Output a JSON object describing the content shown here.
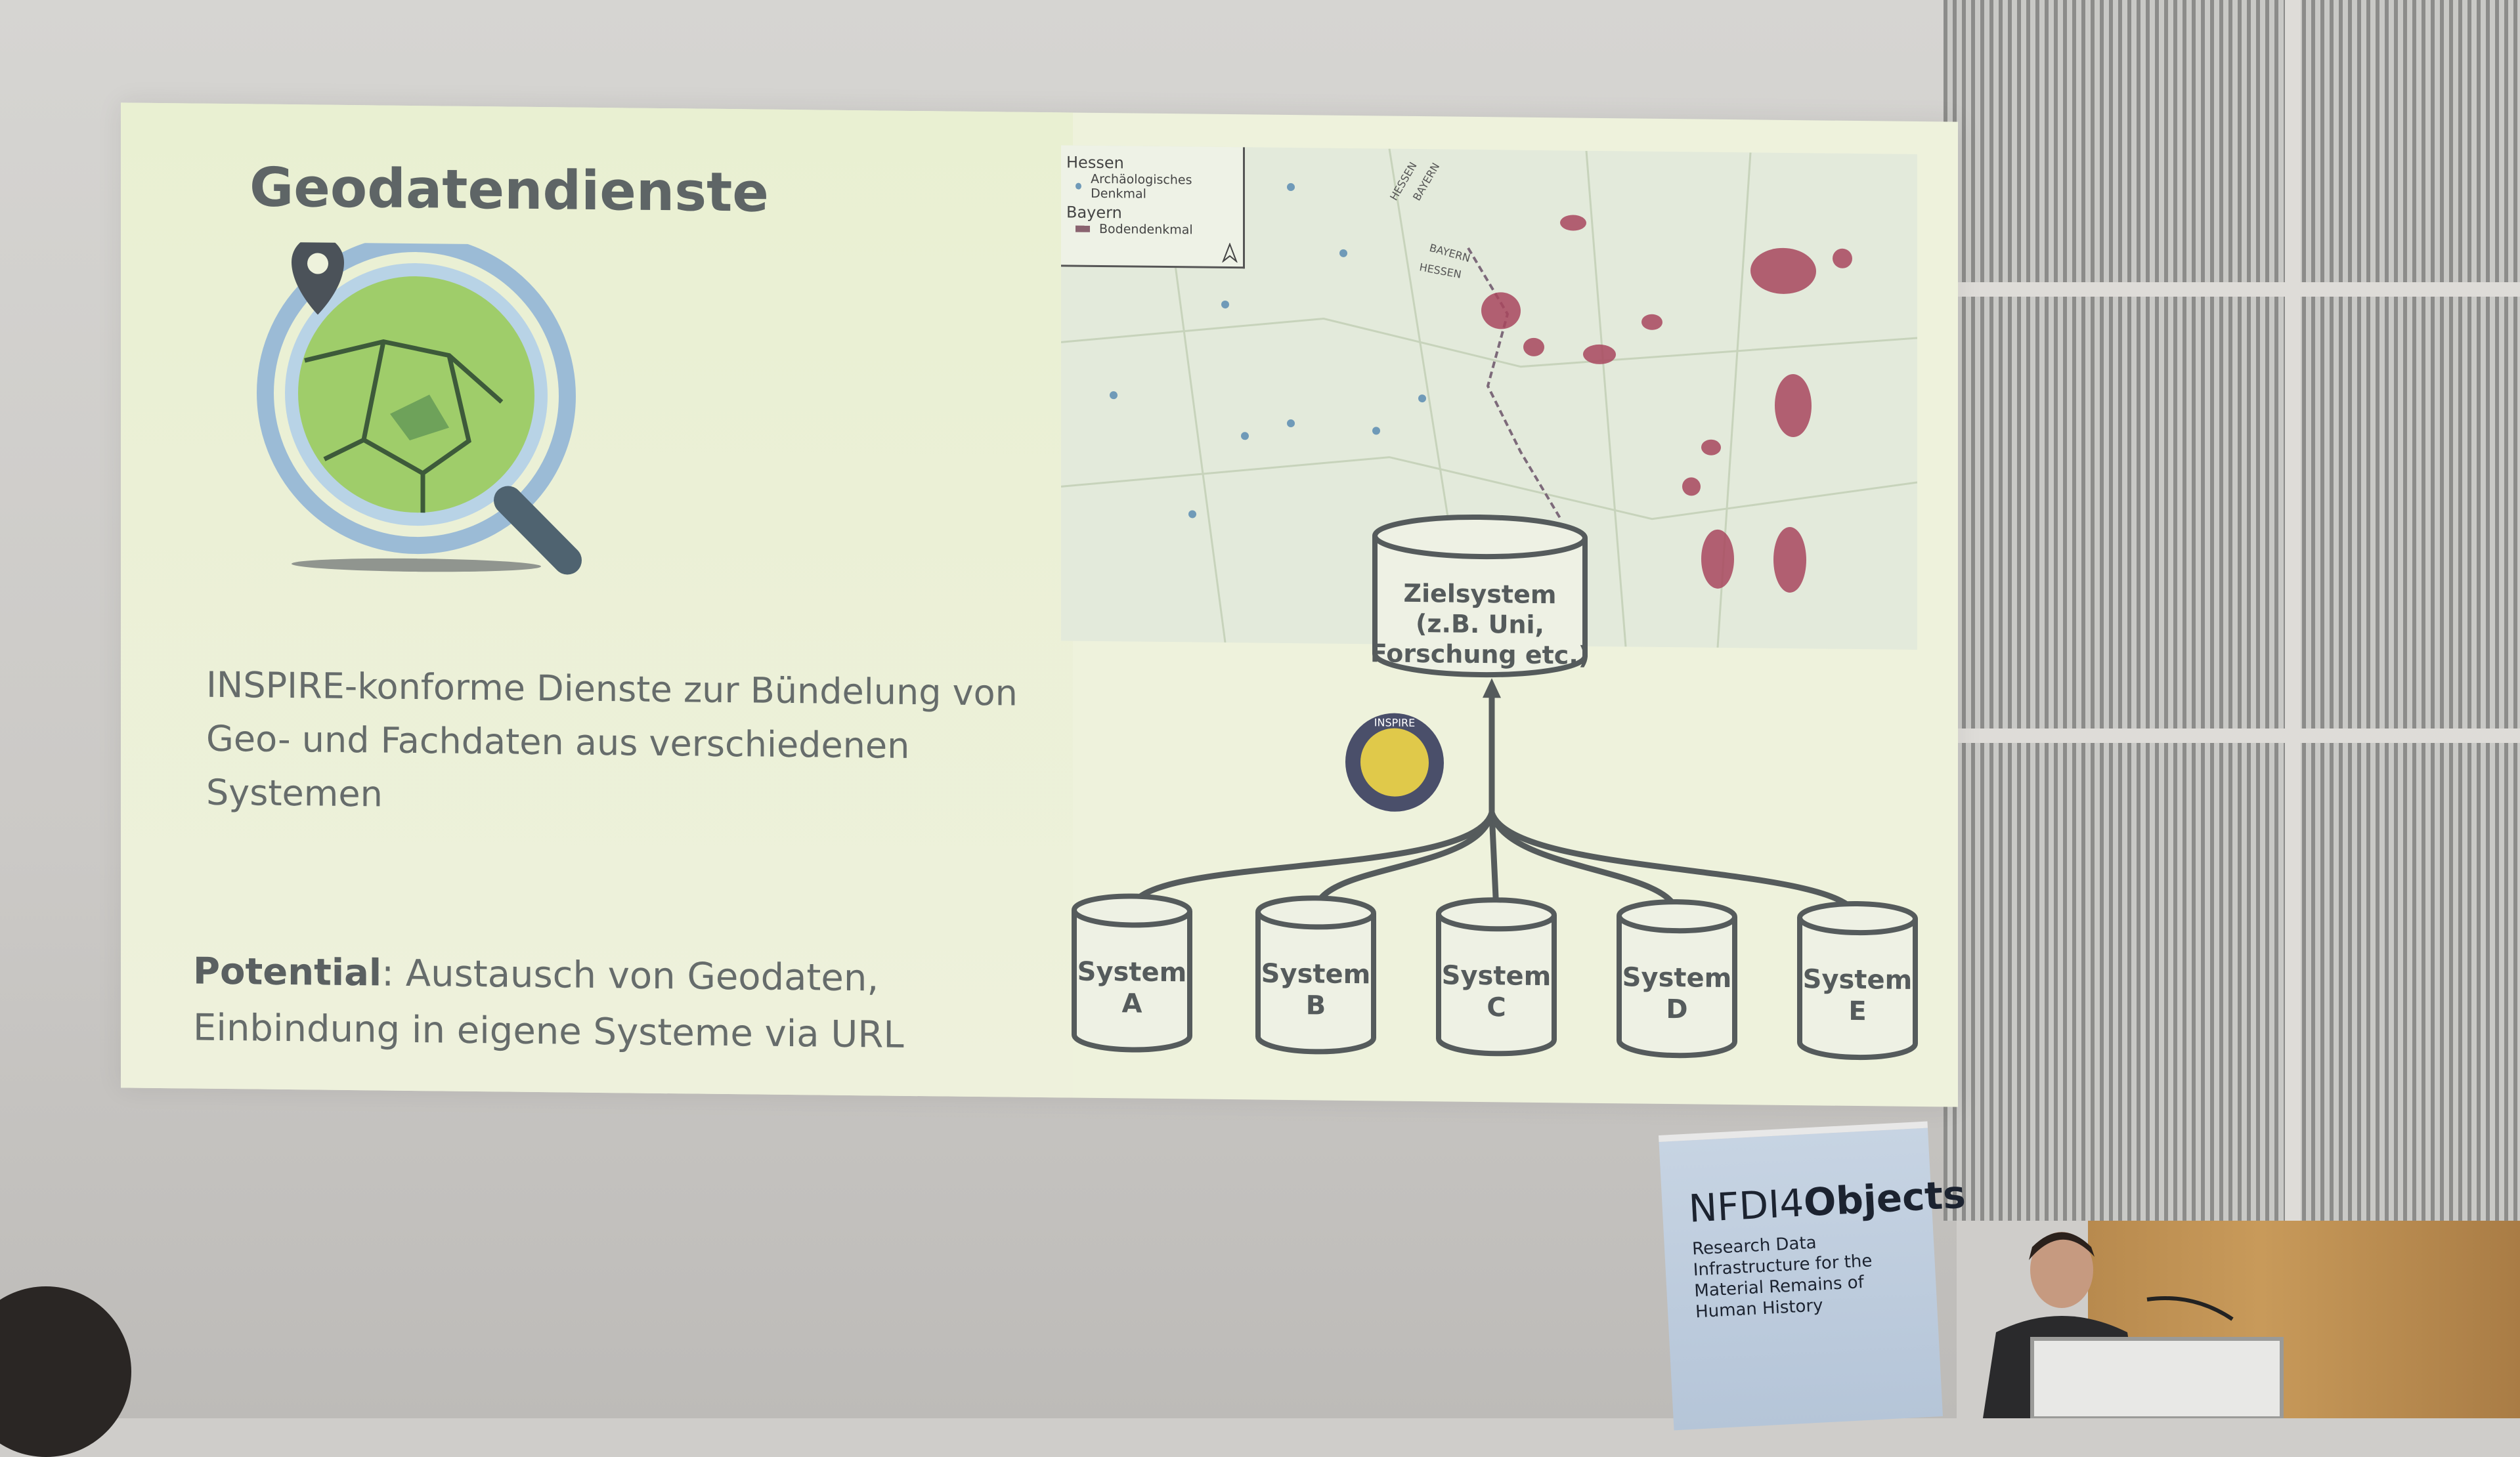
{
  "slide": {
    "title": "Geodatendienste",
    "body": "INSPIRE-konforme Dienste zur Bündelung von Geo- und Fachdaten aus verschiedenen Systemen",
    "potential_label": "Potential",
    "potential_text": ": Austausch von Geodaten, Einbindung in eigene Systeme via URL",
    "map": {
      "legend": {
        "group1": "Hessen",
        "item1": "Archäologisches Denkmal",
        "group2": "Bayern",
        "item2": "Bodendenkmal"
      },
      "labels": [
        "HESSEN",
        "BAYERN",
        "BAYERN",
        "HESSEN"
      ]
    },
    "diagram": {
      "target": [
        "Zielsystem",
        "(z.B. Uni,",
        "Forschung etc.)"
      ],
      "sources": [
        {
          "line1": "System",
          "line2": "A"
        },
        {
          "line1": "System",
          "line2": "B"
        },
        {
          "line1": "System",
          "line2": "C"
        },
        {
          "line1": "System",
          "line2": "D"
        },
        {
          "line1": "System",
          "line2": "E"
        }
      ],
      "badge": "INSPIRE"
    },
    "colors": {
      "monument_point": "#6f9ab8",
      "monument_area": "#a8475e",
      "accent_green": "#7ab648"
    }
  },
  "banner": {
    "logo_light": "NFDI4",
    "logo_bold": "Objects",
    "subtitle": "Research Data Infrastructure for the Material Remains of Human History"
  }
}
